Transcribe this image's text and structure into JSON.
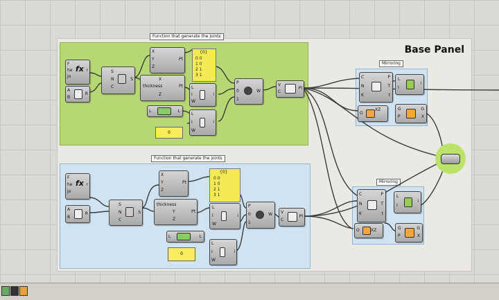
{
  "canvas": {
    "base_panel_title": "Base Panel",
    "groups": {
      "top_label": "Function that generate the joints",
      "bottom_label": "Function that generate the joints",
      "mirror_top_label": "Mirroring",
      "mirror_bottom_label": "Mirroring"
    },
    "panels": {
      "top": {
        "header": "{0}",
        "rows": [
          "0 0",
          "1 0",
          "2 1",
          "3 1"
        ]
      },
      "bottom": {
        "header": "{0}",
        "rows": [
          "0 0",
          "1 0",
          "2 1",
          "3 1"
        ]
      }
    },
    "sliders": {
      "top_value": "0",
      "bottom_value": "0"
    },
    "pins": {
      "expr_in": [
        "F",
        "he",
        "jo"
      ],
      "expr_out": "r",
      "div_in": [
        "A",
        "B"
      ],
      "div_out": "R",
      "list_in": [
        "S",
        "N",
        "C"
      ],
      "list_out": "S",
      "xyz_in": [
        "X",
        "Y",
        "Z"
      ],
      "xyz_out": "Pt",
      "thickness_in": [
        "thickness",
        "Y",
        "Z"
      ],
      "thickness_out": "Pt",
      "item_in": [
        "L",
        "I",
        "W"
      ],
      "item_out": "i",
      "merge_in": [
        "P",
        "0",
        "1"
      ],
      "merge_out": "W",
      "poly_in": [
        "V",
        "C"
      ],
      "poly_out": "Pl",
      "mirror_in": [
        "C",
        "N",
        "K"
      ],
      "mirror_out": [
        "P",
        "T",
        "t"
      ],
      "mirror2_in": [
        "L",
        "I"
      ],
      "mirror2_out": [
        "i"
      ],
      "plane_in": [
        "G",
        "P"
      ],
      "plane_out": [
        "G",
        "X"
      ],
      "xz_label": "XZ",
      "series_in": [
        "L"
      ],
      "series_out": "L"
    }
  },
  "taskbar": {
    "icons": [
      "status-icon",
      "battery-icon",
      "network-icon"
    ]
  },
  "colors": {
    "green_group": "#b6d773",
    "blue_group": "#cfe3f2",
    "panel_yellow": "#f4ea55",
    "base_panel": "#ebe9e3"
  }
}
